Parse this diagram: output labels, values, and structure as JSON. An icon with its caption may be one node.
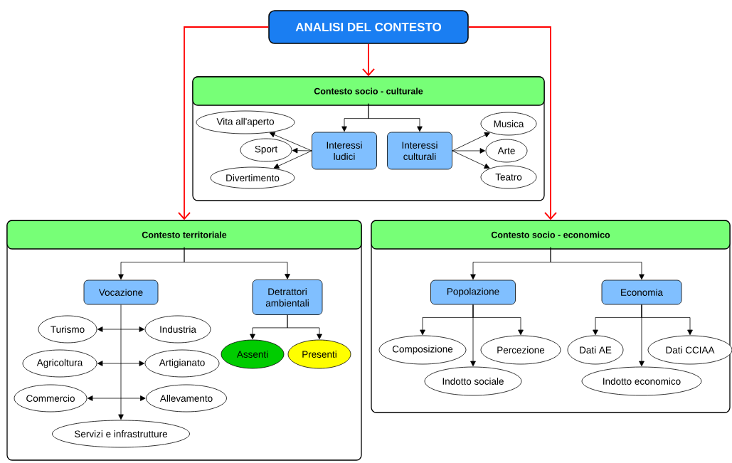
{
  "diagram": {
    "nodes": [
      {
        "text": [
          "ANALISI DEL CONTESTO"
        ]
      },
      {
        "text": [
          "Contesto socio - culturale"
        ]
      },
      {
        "text": [
          "Interessi ludici"
        ],
        "in": 1
      },
      {
        "text": [
          "Interessi culturali"
        ],
        "in": 1
      },
      {
        "text": [
          "Vita all'aperto"
        ],
        "in": 1
      },
      {
        "text": [
          "Sport"
        ],
        "in": 1
      },
      {
        "text": [
          "Divertimento"
        ],
        "in": 1
      },
      {
        "text": [
          "Musica"
        ],
        "in": 1
      },
      {
        "text": [
          "Arte"
        ],
        "in": 1
      },
      {
        "text": [
          "Teatro"
        ],
        "in": 1
      },
      {
        "text": [
          "Contesto territoriale"
        ]
      },
      {
        "text": [
          "Vocazione"
        ],
        "in": 10
      },
      {
        "text": [
          "Detrattori ambientali"
        ],
        "in": 10
      },
      {
        "text": [
          "Turismo"
        ],
        "in": 10
      },
      {
        "text": [
          "Industria"
        ],
        "in": 10
      },
      {
        "text": [
          "Agricoltura"
        ],
        "in": 10
      },
      {
        "text": [
          "Artigianato"
        ],
        "in": 10
      },
      {
        "text": [
          "Commercio"
        ],
        "in": 10
      },
      {
        "text": [
          "Allevamento"
        ],
        "in": 10
      },
      {
        "text": [
          "Servizi e infrastrutture"
        ],
        "in": 10
      },
      {
        "text": [
          "Assenti"
        ],
        "in": 10
      },
      {
        "text": [
          "Presenti"
        ],
        "in": 10
      },
      {
        "text": [
          "Contesto socio - economico"
        ]
      },
      {
        "text": [
          "Popolazione"
        ],
        "in": 22
      },
      {
        "text": [
          "Economia"
        ],
        "in": 22
      },
      {
        "text": [
          "Composizione"
        ],
        "in": 22
      },
      {
        "text": [
          "Percezione"
        ],
        "in": 22
      },
      {
        "text": [
          "Indotto sociale"
        ],
        "in": 22
      },
      {
        "text": [
          "Dati AE"
        ],
        "in": 22
      },
      {
        "text": [
          "Dati CCIAA"
        ],
        "in": 22
      },
      {
        "text": [
          "Indotto economico"
        ],
        "in": 22
      }
    ],
    "edges": [
      {
        "from": 0,
        "to": 1,
        "arrow": "to",
        "color": "#ff0000"
      },
      {
        "from": 0,
        "to": 10,
        "arrow": "to",
        "color": "#ff0000"
      },
      {
        "from": 0,
        "to": 22,
        "arrow": "to",
        "color": "#ff0000"
      },
      {
        "from": 1,
        "to": 2,
        "arrow": "to"
      },
      {
        "from": 1,
        "to": 3,
        "arrow": "to"
      },
      {
        "from": 2,
        "to": 4,
        "arrow": "to"
      },
      {
        "from": 2,
        "to": 5,
        "arrow": "to"
      },
      {
        "from": 2,
        "to": 6,
        "arrow": "to"
      },
      {
        "from": 3,
        "to": 7,
        "arrow": "to"
      },
      {
        "from": 3,
        "to": 8,
        "arrow": "to"
      },
      {
        "from": 3,
        "to": 9,
        "arrow": "to"
      },
      {
        "from": 10,
        "to": 11,
        "arrow": "to"
      },
      {
        "from": 10,
        "to": 12,
        "arrow": "to"
      },
      {
        "from": 11,
        "to": 19,
        "arrow": "to"
      },
      {
        "from": 13,
        "to": 14,
        "arrow": "both"
      },
      {
        "from": 15,
        "to": 16,
        "arrow": "both"
      },
      {
        "from": 17,
        "to": 18,
        "arrow": "both"
      },
      {
        "from": 12,
        "to": 20,
        "arrow": "to"
      },
      {
        "from": 12,
        "to": 21,
        "arrow": "to"
      },
      {
        "from": 22,
        "to": 23,
        "arrow": "to"
      },
      {
        "from": 22,
        "to": 24,
        "arrow": "to"
      },
      {
        "from": 23,
        "to": 25,
        "arrow": "to"
      },
      {
        "from": 23,
        "to": 26,
        "arrow": "to"
      },
      {
        "from": 23,
        "to": 27,
        "arrow": "to"
      },
      {
        "from": 24,
        "to": 28,
        "arrow": "to"
      },
      {
        "from": 24,
        "to": 29,
        "arrow": "to"
      },
      {
        "from": 24,
        "to": 30,
        "arrow": "to"
      }
    ]
  }
}
